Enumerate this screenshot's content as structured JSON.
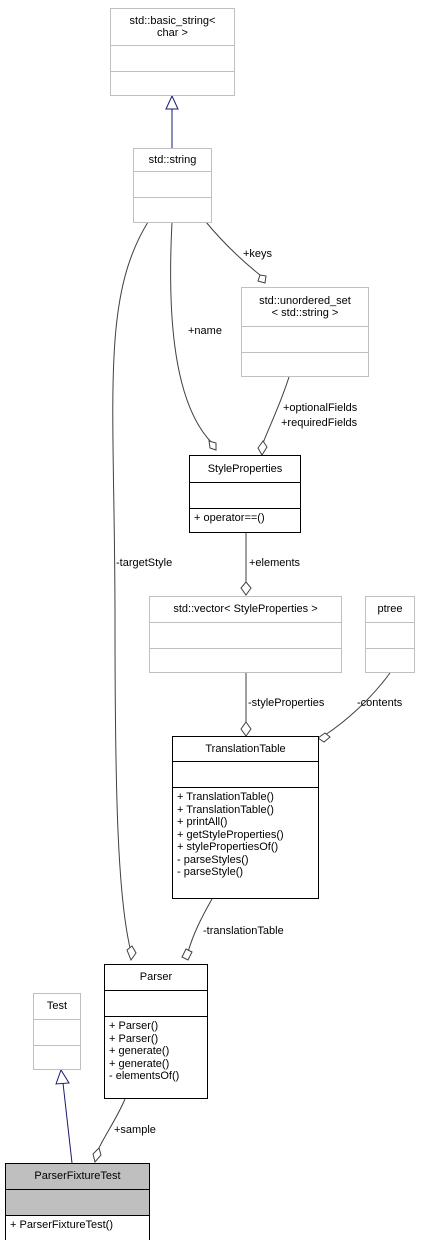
{
  "classes": {
    "basic_string": {
      "title_lines": [
        "std::basic_string<",
        "char >"
      ],
      "methods": []
    },
    "string": {
      "title_lines": [
        "std::string"
      ],
      "methods": []
    },
    "unordered_set": {
      "title_lines": [
        "std::unordered_set",
        "< std::string >"
      ],
      "methods": []
    },
    "style_properties": {
      "title_lines": [
        "StyleProperties"
      ],
      "methods": [
        "+ operator==()"
      ]
    },
    "vector": {
      "title_lines": [
        "std::vector< StyleProperties >"
      ],
      "methods": []
    },
    "ptree": {
      "title_lines": [
        "ptree"
      ],
      "methods": []
    },
    "translation_table": {
      "title_lines": [
        "TranslationTable"
      ],
      "methods": [
        "+ TranslationTable()",
        "+ TranslationTable()",
        "+ printAll()",
        "+ getStyleProperties()",
        "+ stylePropertiesOf()",
        "- parseStyles()",
        "- parseStyle()"
      ]
    },
    "test": {
      "title_lines": [
        "Test"
      ],
      "methods": []
    },
    "parser": {
      "title_lines": [
        "Parser"
      ],
      "methods": [
        "+ Parser()",
        "+ Parser()",
        "+ generate()",
        "+ generate()",
        "- elementsOf()"
      ]
    },
    "parser_fixture_test": {
      "title_lines": [
        "ParserFixtureTest"
      ],
      "methods": [
        "+ ParserFixtureTest()"
      ]
    }
  },
  "labels": {
    "keys": "+keys",
    "name": "+name",
    "optional_fields": "+optionalFields",
    "required_fields": "+requiredFields",
    "elements": "+elements",
    "target_style": "-targetStyle",
    "style_properties": "-styleProperties",
    "contents": "-contents",
    "translation_table": "-translationTable",
    "sample": "+sample"
  },
  "colors": {
    "inheritance_arrow": "#191970",
    "external_border": "#bfbfbf",
    "highlight_fill": "#bfbfbf"
  }
}
